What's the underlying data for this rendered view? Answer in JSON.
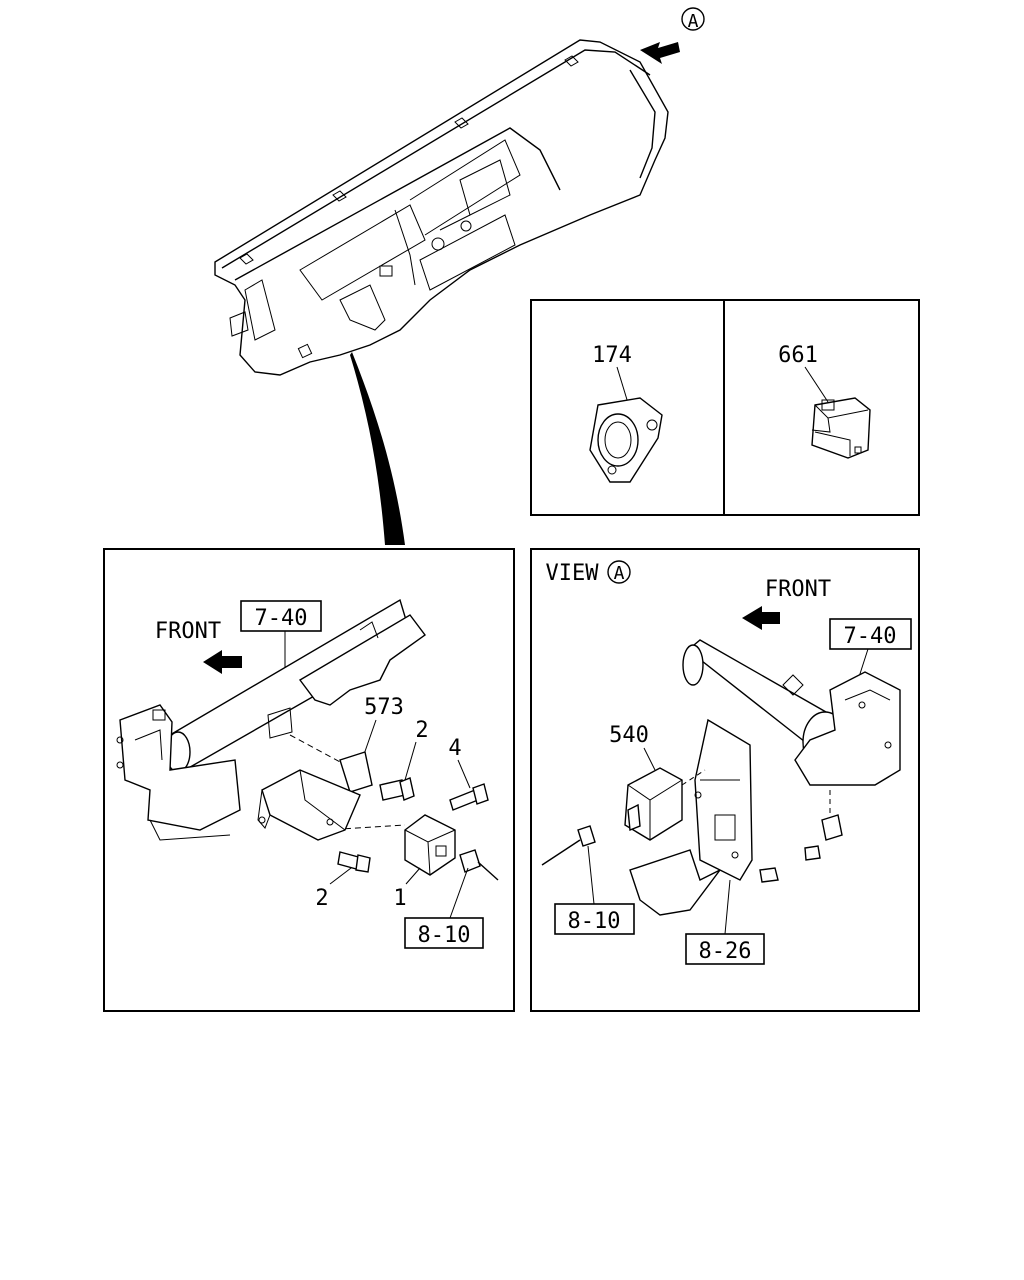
{
  "callouts": {
    "view_marker": "A",
    "view_title": "VIEW",
    "front_left": "FRONT",
    "front_right": "FRONT",
    "ref_7_40_left": "7-40",
    "ref_7_40_right": "7-40",
    "ref_8_10_left": "8-10",
    "ref_8_10_right": "8-10",
    "ref_8_26": "8-26",
    "part_174": "174",
    "part_661": "661",
    "part_573": "573",
    "part_2_upper": "2",
    "part_2_lower": "2",
    "part_4": "4",
    "part_1": "1",
    "part_540": "540"
  }
}
